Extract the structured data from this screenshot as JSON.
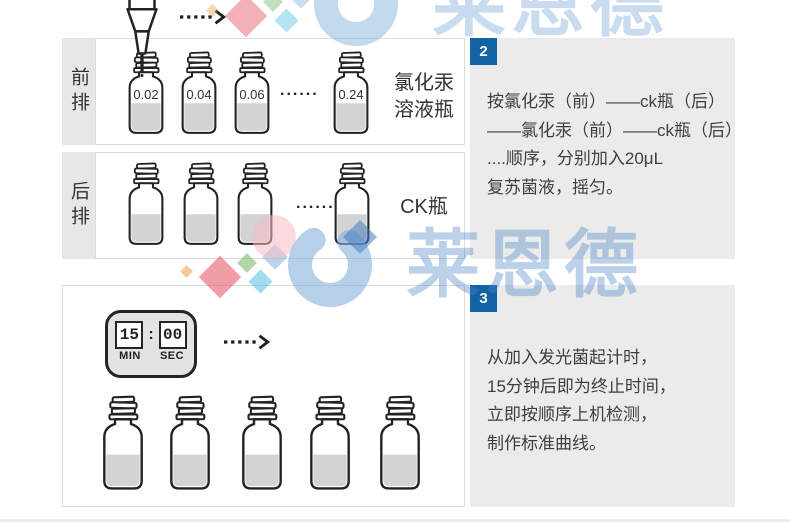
{
  "watermark": {
    "brand": "莱恩德"
  },
  "front_row": {
    "row_label": "前排",
    "bottles": [
      "0.02",
      "0.04",
      "0.06",
      "0.24"
    ],
    "ellipsis": "......",
    "caption_lines": [
      "氯化汞",
      "溶液瓶"
    ]
  },
  "back_row": {
    "row_label": "后排",
    "ellipsis": "......",
    "caption": "CK瓶"
  },
  "steps": [
    {
      "badge": "2",
      "lines": [
        "按氯化汞（前）——ck瓶（后）",
        "——氯化汞（前）——ck瓶（后）",
        "....顺序，分别加入20μL",
        "复苏菌液，摇匀。"
      ]
    },
    {
      "badge": "3",
      "lines": [
        "从加入发光菌起计时，",
        "15分钟后即为终止时间，",
        "立即按顺序上机检测，",
        "制作标准曲线。"
      ]
    }
  ],
  "timer": {
    "minutes": "15",
    "colon": ":",
    "seconds": "00",
    "min_label": "MIN",
    "sec_label": "SEC"
  },
  "colors": {
    "badge_blue": "#1164a3",
    "panel_gray": "#ebebeb",
    "strip_gray": "#e7e7e7",
    "liquid_gray": "#d3d3d3",
    "watermark_blue": "#4d86c5"
  }
}
